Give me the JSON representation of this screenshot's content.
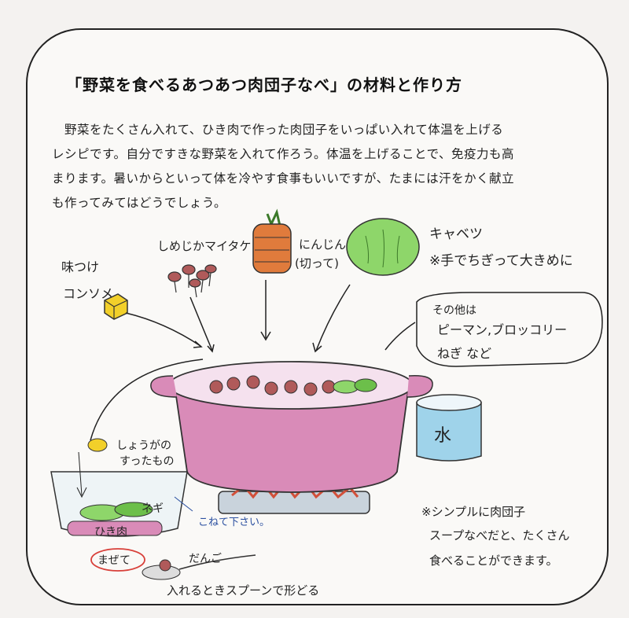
{
  "title": "「野菜を食べるあつあつ肉団子なべ」の材料と作り方",
  "intro": [
    "　野菜をたくさん入れて、ひき肉で作った肉団子をいっぱい入れて体温を上げる",
    "レシピです。自分ですきな野菜を入れて作ろう。体温を上げることで、免疫力も高",
    "まります。暑いからといって体を冷やす食事もいいですが、たまには汗をかく献立",
    "も作ってみてはどうでしょう。"
  ],
  "labels": {
    "seasoning_1": "味つけ",
    "seasoning_2": "コンソメ",
    "mushrooms": "しめじかマイタケ",
    "carrot_1": "にんじん",
    "carrot_2": "(切って)",
    "cabbage_1": "キャベツ",
    "cabbage_2": "※手でちぎって大きめに",
    "others_1": "その他は",
    "others_2": "ピーマン,ブロッコリー",
    "others_3": "ねぎ など",
    "water": "水",
    "ginger_1": "しょうがの",
    "ginger_2": "すったもの",
    "negi": "ネギ",
    "knead": "こねて下さい。",
    "mince": "ひき肉",
    "mix": "まぜて",
    "dango": "だんご",
    "spoon": "入れるときスプーンで形どる",
    "note_1": "※シンプルに肉団子",
    "note_2": "スープなべだと、たくさん",
    "note_3": "食べることができます。"
  },
  "colors": {
    "pot": "#d98bb8",
    "pot_dark": "#b85c92",
    "carrot": "#e07b3c",
    "cabbage": "#8ed66a",
    "mushroom": "#b05a5a",
    "consomme": "#f2d02a",
    "water_can": "#9fd3ea",
    "flame": "#d2503a",
    "blue_note": "#2a4fa0",
    "red_circle": "#d8403a"
  },
  "icons": [
    "consomme-cube-icon",
    "mushroom-icon",
    "carrot-icon",
    "cabbage-icon",
    "pot-icon",
    "stove-icon",
    "water-can-icon",
    "bowl-icon",
    "ginger-icon",
    "spoon-icon"
  ]
}
